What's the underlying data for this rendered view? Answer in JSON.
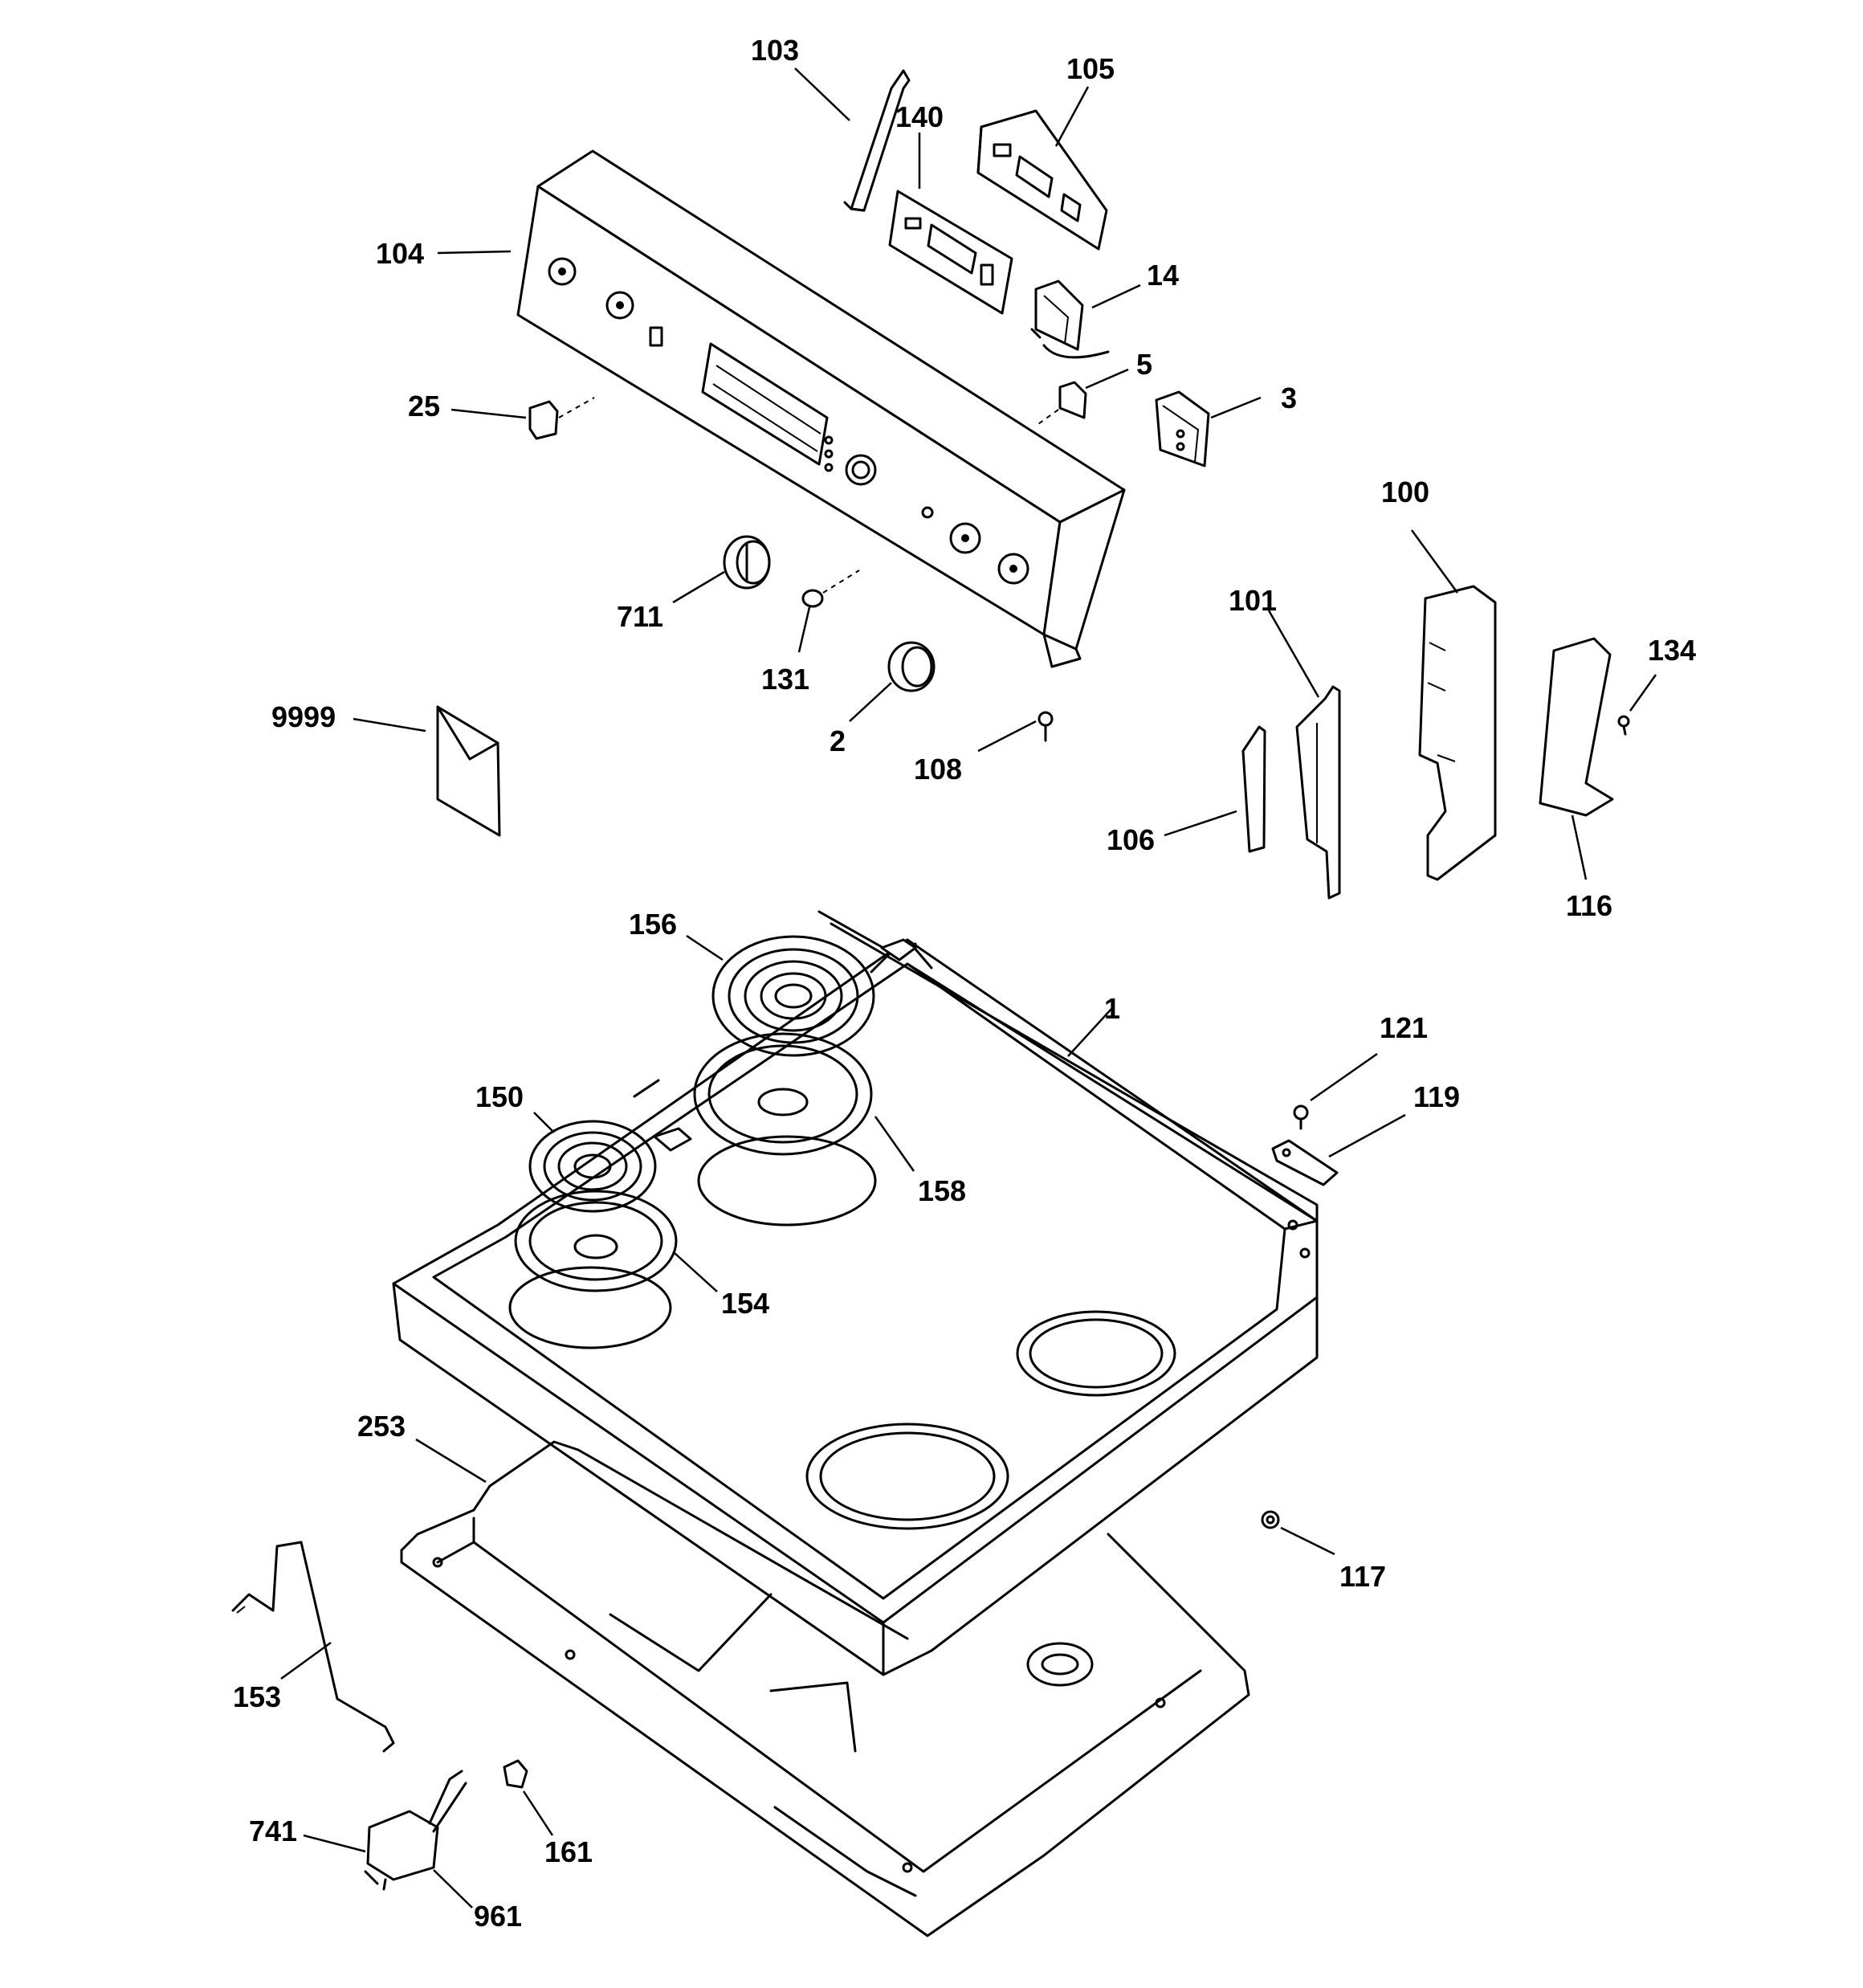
{
  "labels": {
    "l103": "103",
    "l105": "105",
    "l140": "140",
    "l104": "104",
    "l14": "14",
    "l5": "5",
    "l3": "3",
    "l25": "25",
    "l100": "100",
    "l101": "101",
    "l134": "134",
    "l711": "711",
    "l131": "131",
    "l2": "2",
    "l108": "108",
    "l9999": "9999",
    "l106": "106",
    "l116": "116",
    "l156": "156",
    "l1": "1",
    "l121": "121",
    "l119": "119",
    "l150": "150",
    "l158": "158",
    "l154": "154",
    "l253": "253",
    "l117": "117",
    "l153": "153",
    "l741": "741",
    "l161": "161",
    "l961": "961"
  }
}
